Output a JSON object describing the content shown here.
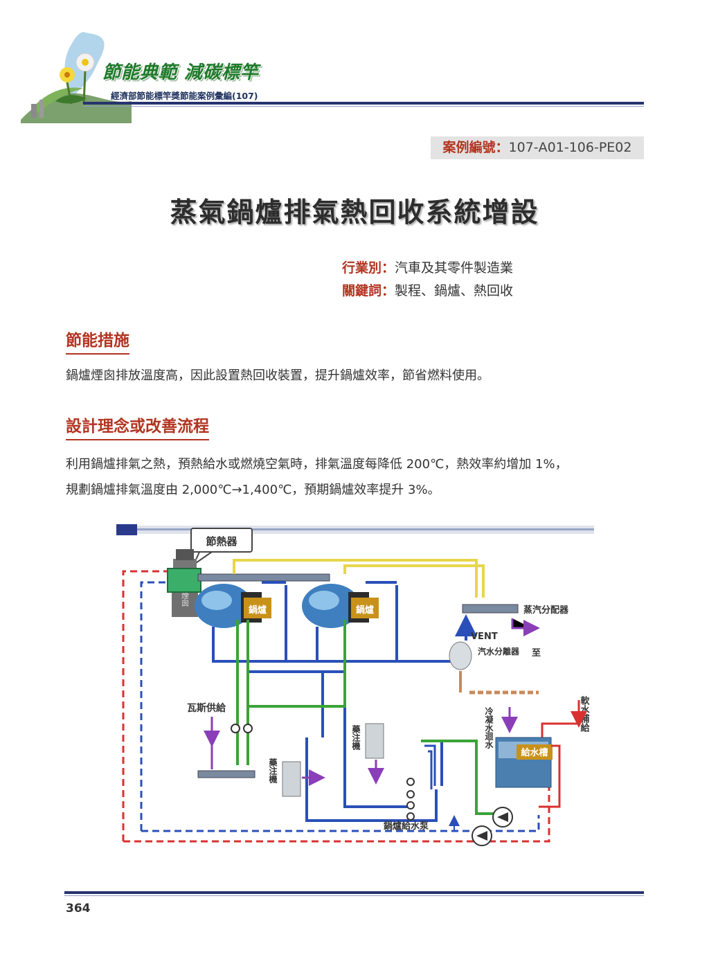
{
  "header": {
    "brand_title": "節能典範 減碳標竿",
    "brand_subtitle": "經濟部節能標竿獎節能案例彙編(107)"
  },
  "case": {
    "label": "案例編號：",
    "value": "107-A01-106-PE02"
  },
  "title": "蒸氣鍋爐排氣熱回收系統增設",
  "meta": {
    "industry_label": "行業別：",
    "industry_value": "汽車及其零件製造業",
    "keywords_label": "關鍵詞：",
    "keywords_value": "製程、鍋爐、熱回收"
  },
  "sections": {
    "measures_heading": "節能措施",
    "measures_text": "鍋爐煙囪排放溫度高，因此設置熱回收裝置，提升鍋爐效率，節省燃料使用。",
    "design_heading": "設計理念或改善流程",
    "design_text_1": "利用鍋爐排氣之熱，預熱給水或燃燒空氣時，排氣溫度每降低 200℃，熱效率約增加 1%，",
    "design_text_2": "規劃鍋爐排氣溫度由 2,000℃→1,400℃，預期鍋爐效率提升 3%。"
  },
  "diagram": {
    "economizer": "節熱器",
    "boiler_1": "鍋爐",
    "boiler_2": "鍋爐",
    "steam_header": "蒸汽分配器",
    "vent": "VENT",
    "to": "至",
    "separator": "汽水分離器",
    "gas_supply": "瓦斯供給",
    "chem_injector_1": "藥注機",
    "chem_injector_2": "藥注機",
    "condensate": "冷凝水迴水",
    "soft_water": "軟水補給",
    "feed_tank": "給水槽",
    "feed_pump": "鍋爐給水泵",
    "chimney": "煙囪",
    "colors": {
      "red": "#d93030",
      "blue": "#2a4fb8",
      "green": "#3aa336",
      "yellow": "#e8d64a",
      "purple": "#8a3fb8",
      "brown": "#c98a5a"
    }
  },
  "page_number": "364"
}
